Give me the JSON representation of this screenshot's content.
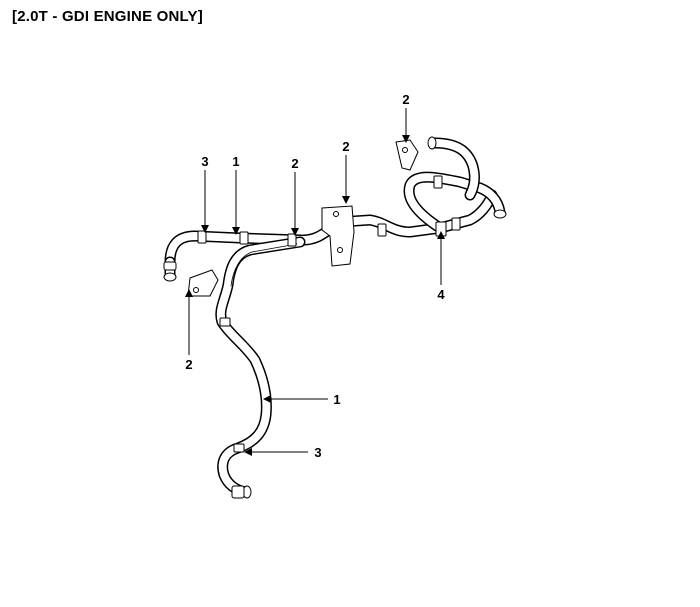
{
  "header": {
    "title": "[2.0T - GDI ENGINE ONLY]"
  },
  "callouts": [
    {
      "id": "callout-2-top",
      "label": "2"
    },
    {
      "id": "callout-3-upper",
      "label": "3"
    },
    {
      "id": "callout-1-upper",
      "label": "1"
    },
    {
      "id": "callout-2-upper-mid",
      "label": "2"
    },
    {
      "id": "callout-2-center",
      "label": "2"
    },
    {
      "id": "callout-4",
      "label": "4"
    },
    {
      "id": "callout-2-left",
      "label": "2"
    },
    {
      "id": "callout-1-lower",
      "label": "1"
    },
    {
      "id": "callout-3-lower",
      "label": "3"
    }
  ]
}
